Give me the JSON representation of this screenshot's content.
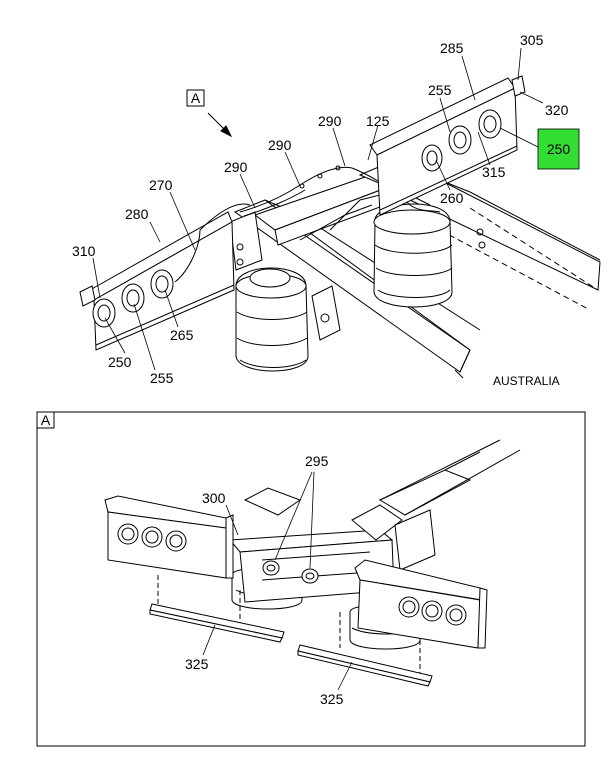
{
  "view_marker": "A",
  "detail_label": "A",
  "caption": "AUSTRALIA",
  "highlight_color": "#33dd33",
  "highlighted_callout": "250",
  "callouts": {
    "c305": "305",
    "c285": "285",
    "c320": "320",
    "c255_top": "255",
    "c250_hl": "250",
    "c290_right": "290",
    "c125": "125",
    "c315": "315",
    "c290_mid": "290",
    "c260": "260",
    "c290_left": "290",
    "c270": "270",
    "c280": "280",
    "c310": "310",
    "c265": "265",
    "c250_bottom": "250",
    "c255_bottom": "255"
  },
  "detail_callouts": {
    "c295": "295",
    "c300": "300",
    "c325_left": "325",
    "c325_right": "325"
  }
}
